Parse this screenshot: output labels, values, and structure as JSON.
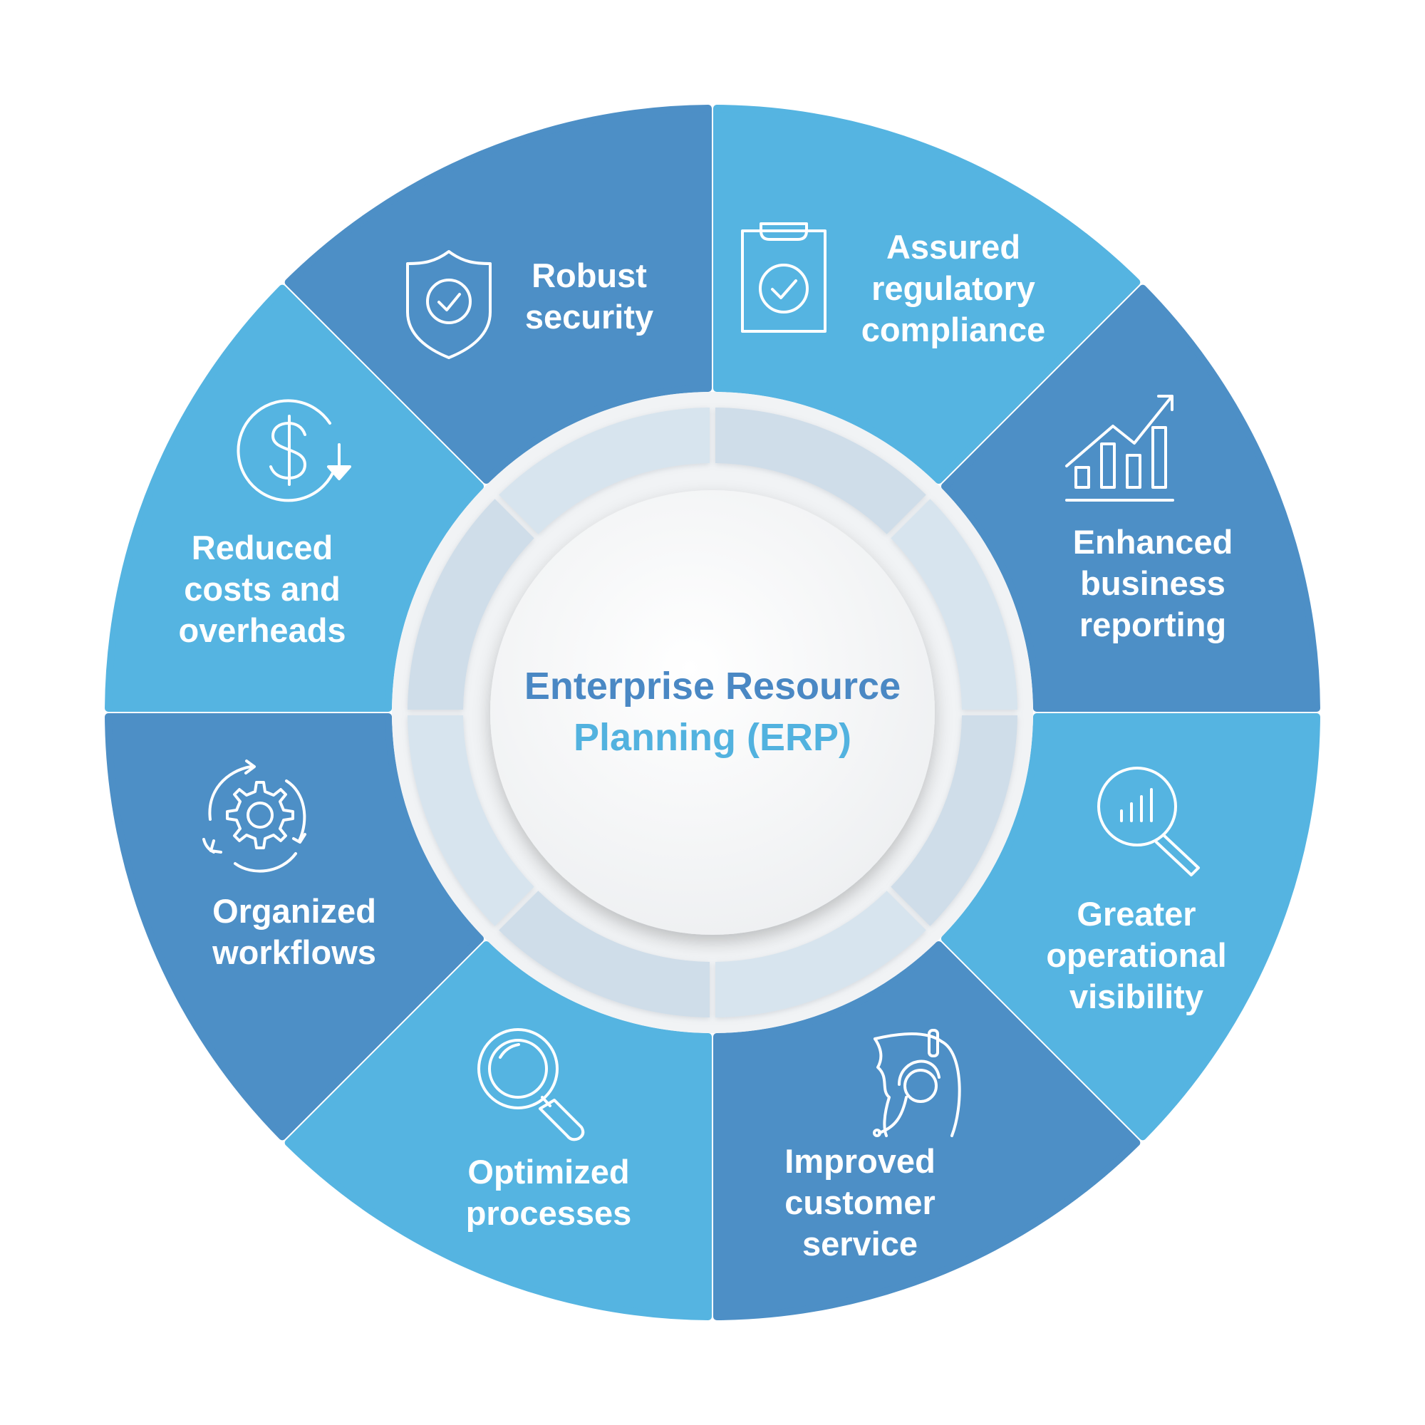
{
  "colors": {
    "dark_blue": "#4d8fc6",
    "light_blue": "#55b4e1",
    "ring": "#d3e1ec",
    "title_line1": "#4a88c4",
    "title_line2": "#52b2df"
  },
  "center": {
    "title_line1": "Enterprise Resource",
    "title_line2": "Planning (ERP)"
  },
  "segments": [
    {
      "id": "robust-security",
      "icon": "shield-check-icon",
      "color": "light_blue",
      "lines": [
        "Robust",
        "security"
      ]
    },
    {
      "id": "assured-regulatory-compliance",
      "icon": "clipboard-check-icon",
      "color": "dark_blue",
      "lines": [
        "Assured",
        "regulatory",
        "compliance"
      ]
    },
    {
      "id": "enhanced-business-reporting",
      "icon": "bar-chart-growth-icon",
      "color": "light_blue",
      "lines": [
        "Enhanced",
        "business",
        "reporting"
      ]
    },
    {
      "id": "greater-operational-visibility",
      "icon": "magnifier-chart-icon",
      "color": "dark_blue",
      "lines": [
        "Greater",
        "operational",
        "visibility"
      ]
    },
    {
      "id": "improved-customer-service",
      "icon": "headset-agent-icon",
      "color": "light_blue",
      "lines": [
        "Improved",
        "customer",
        "service"
      ]
    },
    {
      "id": "optimized-processes",
      "icon": "magnifying-glass-icon",
      "color": "dark_blue",
      "lines": [
        "Optimized",
        "processes"
      ]
    },
    {
      "id": "organized-workflows",
      "icon": "gear-cycle-icon",
      "color": "light_blue",
      "lines": [
        "Organized",
        "workflows"
      ]
    },
    {
      "id": "reduced-costs-and-overheads",
      "icon": "dollar-down-icon",
      "color": "dark_blue",
      "lines": [
        "Reduced",
        "costs and",
        "overheads"
      ]
    }
  ]
}
